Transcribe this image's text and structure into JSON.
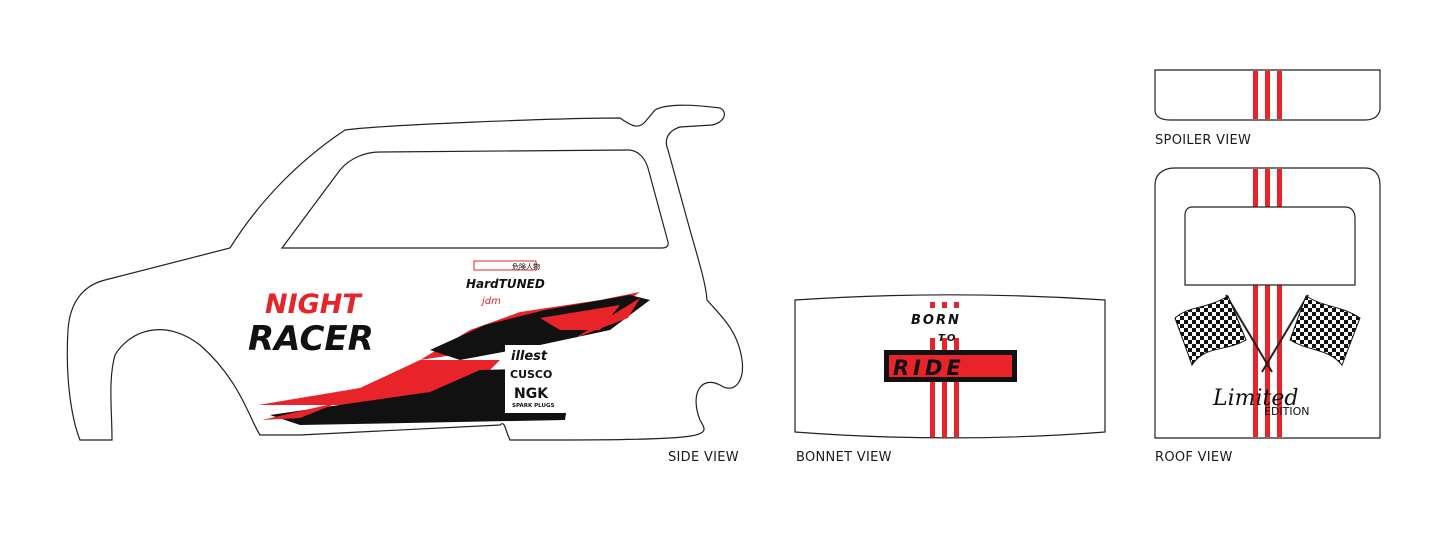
{
  "colors": {
    "accent": "#e8242a",
    "ink": "#111111",
    "outline": "#222222",
    "paper": "#ffffff"
  },
  "side": {
    "label": "SIDE VIEW",
    "night": "NIGHT",
    "racer": "RACER",
    "stickers": {
      "hard_tuned": "HardTUNED",
      "jdm": "jdm",
      "kanji": "危険人物",
      "illest": "illest",
      "cusco": "CUSCO",
      "ngk": "NGK",
      "ngk_sub": "SPARK PLUGS"
    }
  },
  "bonnet": {
    "label": "BONNET VIEW",
    "born": "BORN",
    "to": "TO",
    "ride": "RIDE"
  },
  "spoiler": {
    "label": "SPOILER VIEW"
  },
  "roof": {
    "label": "ROOF VIEW",
    "limited": "Limited",
    "edition": "EDITION"
  },
  "icons": [
    "checkered-flag-icon",
    "checkered-flag-icon"
  ]
}
